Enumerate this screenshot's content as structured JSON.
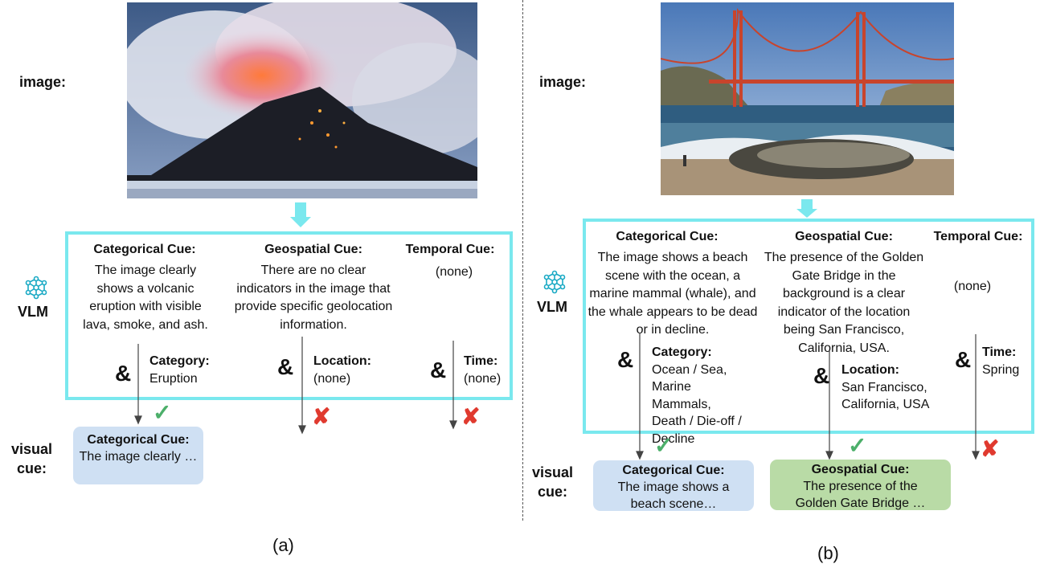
{
  "labels": {
    "image": "image:",
    "vlm": "VLM",
    "visual": "visual",
    "cue": "cue:",
    "amp": "&"
  },
  "icons": {
    "vlm": "network-brain-icon",
    "check": "checkmark-icon",
    "cross": "cross-icon"
  },
  "marks": {
    "check": "✓",
    "cross": "✘"
  },
  "colors": {
    "frame": "#7ae8ee",
    "check": "#4caf6a",
    "cross": "#e03a2f",
    "categorical_box": "#cfe0f3",
    "geospatial_box": "#b9dba6"
  },
  "panel_a": {
    "caption": "(a)",
    "image_alt": "volcanic eruption",
    "cues": [
      {
        "header": "Categorical Cue:",
        "text": "The image clearly shows a volcanic eruption with visible lava, smoke, and ash."
      },
      {
        "header": "Geospatial Cue:",
        "text": "There are no clear indicators in the image that provide specific geolocation information."
      },
      {
        "header": "Temporal Cue:",
        "text": "(none)"
      }
    ],
    "attributes": [
      {
        "key": "Category:",
        "value": "Eruption",
        "result": "check"
      },
      {
        "key": "Location:",
        "value": "(none)",
        "result": "cross"
      },
      {
        "key": "Time:",
        "value": "(none)",
        "result": "cross"
      }
    ],
    "visual_cues": [
      {
        "header": "Categorical Cue:",
        "text": "The image clearly …"
      }
    ]
  },
  "panel_b": {
    "caption": "(b)",
    "image_alt": "beach with whale and Golden Gate Bridge",
    "cues": [
      {
        "header": "Categorical Cue:",
        "text": "The image shows a beach scene with the ocean, a marine mammal (whale), and the whale appears to be dead or in decline."
      },
      {
        "header": "Geospatial Cue:",
        "text": "The presence of the Golden Gate Bridge in the background is a clear indicator of the location being San Francisco, California, USA."
      },
      {
        "header": "Temporal Cue:",
        "text": "(none)"
      }
    ],
    "attributes": [
      {
        "key": "Category:",
        "value": "Ocean / Sea, Marine Mammals, Death / Die-off / Decline",
        "result": "check"
      },
      {
        "key": "Location:",
        "value": "San Francisco, California, USA",
        "result": "check"
      },
      {
        "key": "Time:",
        "value": "Spring",
        "result": "cross"
      }
    ],
    "visual_cues": [
      {
        "header": "Categorical Cue:",
        "text": "The image shows a beach scene…"
      },
      {
        "header": "Geospatial Cue:",
        "text": "The presence of the Golden Gate Bridge …"
      }
    ]
  }
}
